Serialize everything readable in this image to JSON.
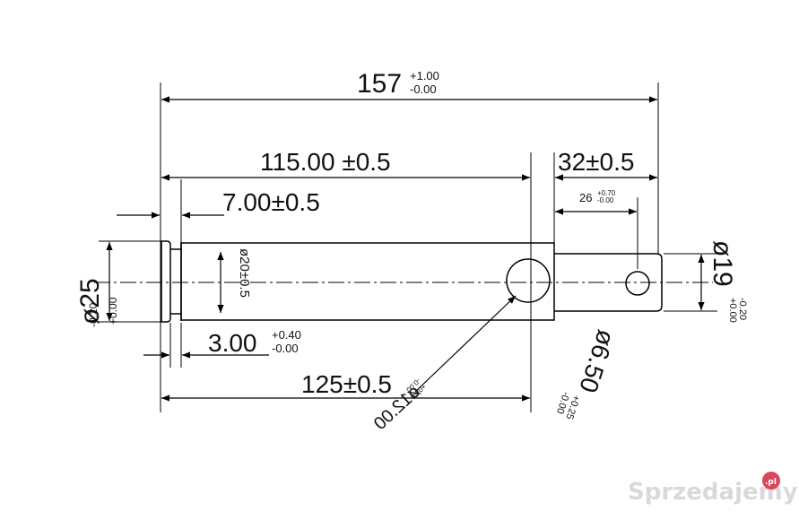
{
  "dimensions": {
    "overall_length": {
      "value": "157",
      "tol_upper": "+1.00",
      "tol_lower": "-0.00"
    },
    "hole_position": {
      "value": "115.00 ±0.5"
    },
    "tail_length": {
      "value": "32±0.5"
    },
    "small_hole_position": {
      "value": "26",
      "tol_upper": "+0.70",
      "tol_lower": "-0.00"
    },
    "groove_offset": {
      "value": "7.00±0.5"
    },
    "head_diameter": {
      "value": "ø25",
      "tol_upper": "+0.00",
      "tol_lower": "-0.20"
    },
    "body_diameter": {
      "value": "ø20±0.5"
    },
    "groove_width": {
      "value": "3.00",
      "tol_upper": "+0.40",
      "tol_lower": "-0.00"
    },
    "cross_hole": {
      "value": "ø12.00",
      "tol_upper": "+0.40",
      "tol_lower": "-0.00"
    },
    "body_length": {
      "value": "125±0.5"
    },
    "pin_hole": {
      "value": "ø6.50",
      "tol_upper": "+0.25",
      "tol_lower": "-0.00"
    },
    "tail_diameter": {
      "value": "ø19",
      "tol_upper": "+0.00",
      "tol_lower": "-0.20"
    }
  },
  "watermark": {
    "brand": "Sprzedajemy",
    "suffix": ".pl"
  }
}
